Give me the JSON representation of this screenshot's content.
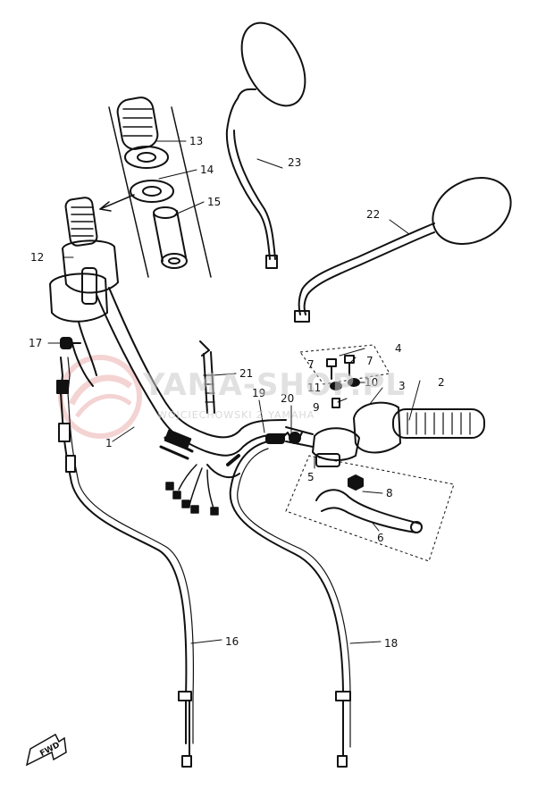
{
  "watermark": {
    "title": "YAMA-SHOP.PL",
    "subtitle": "WOJCIECHOWSKI Z YAMAHA",
    "logo_color": "#e8a0a0",
    "text_color": "#c9c9c9"
  },
  "direction_badge": "FWD",
  "callouts": {
    "1": "1",
    "2": "2",
    "3": "3",
    "4": "4",
    "5": "5",
    "6": "6",
    "7a": "7",
    "7b": "7",
    "8": "8",
    "9": "9",
    "10": "10",
    "11": "11",
    "12": "12",
    "13": "13",
    "14": "14",
    "15": "15",
    "16": "16",
    "17": "17",
    "18": "18",
    "19": "19",
    "20": "20",
    "21": "21",
    "22": "22",
    "23": "23"
  }
}
